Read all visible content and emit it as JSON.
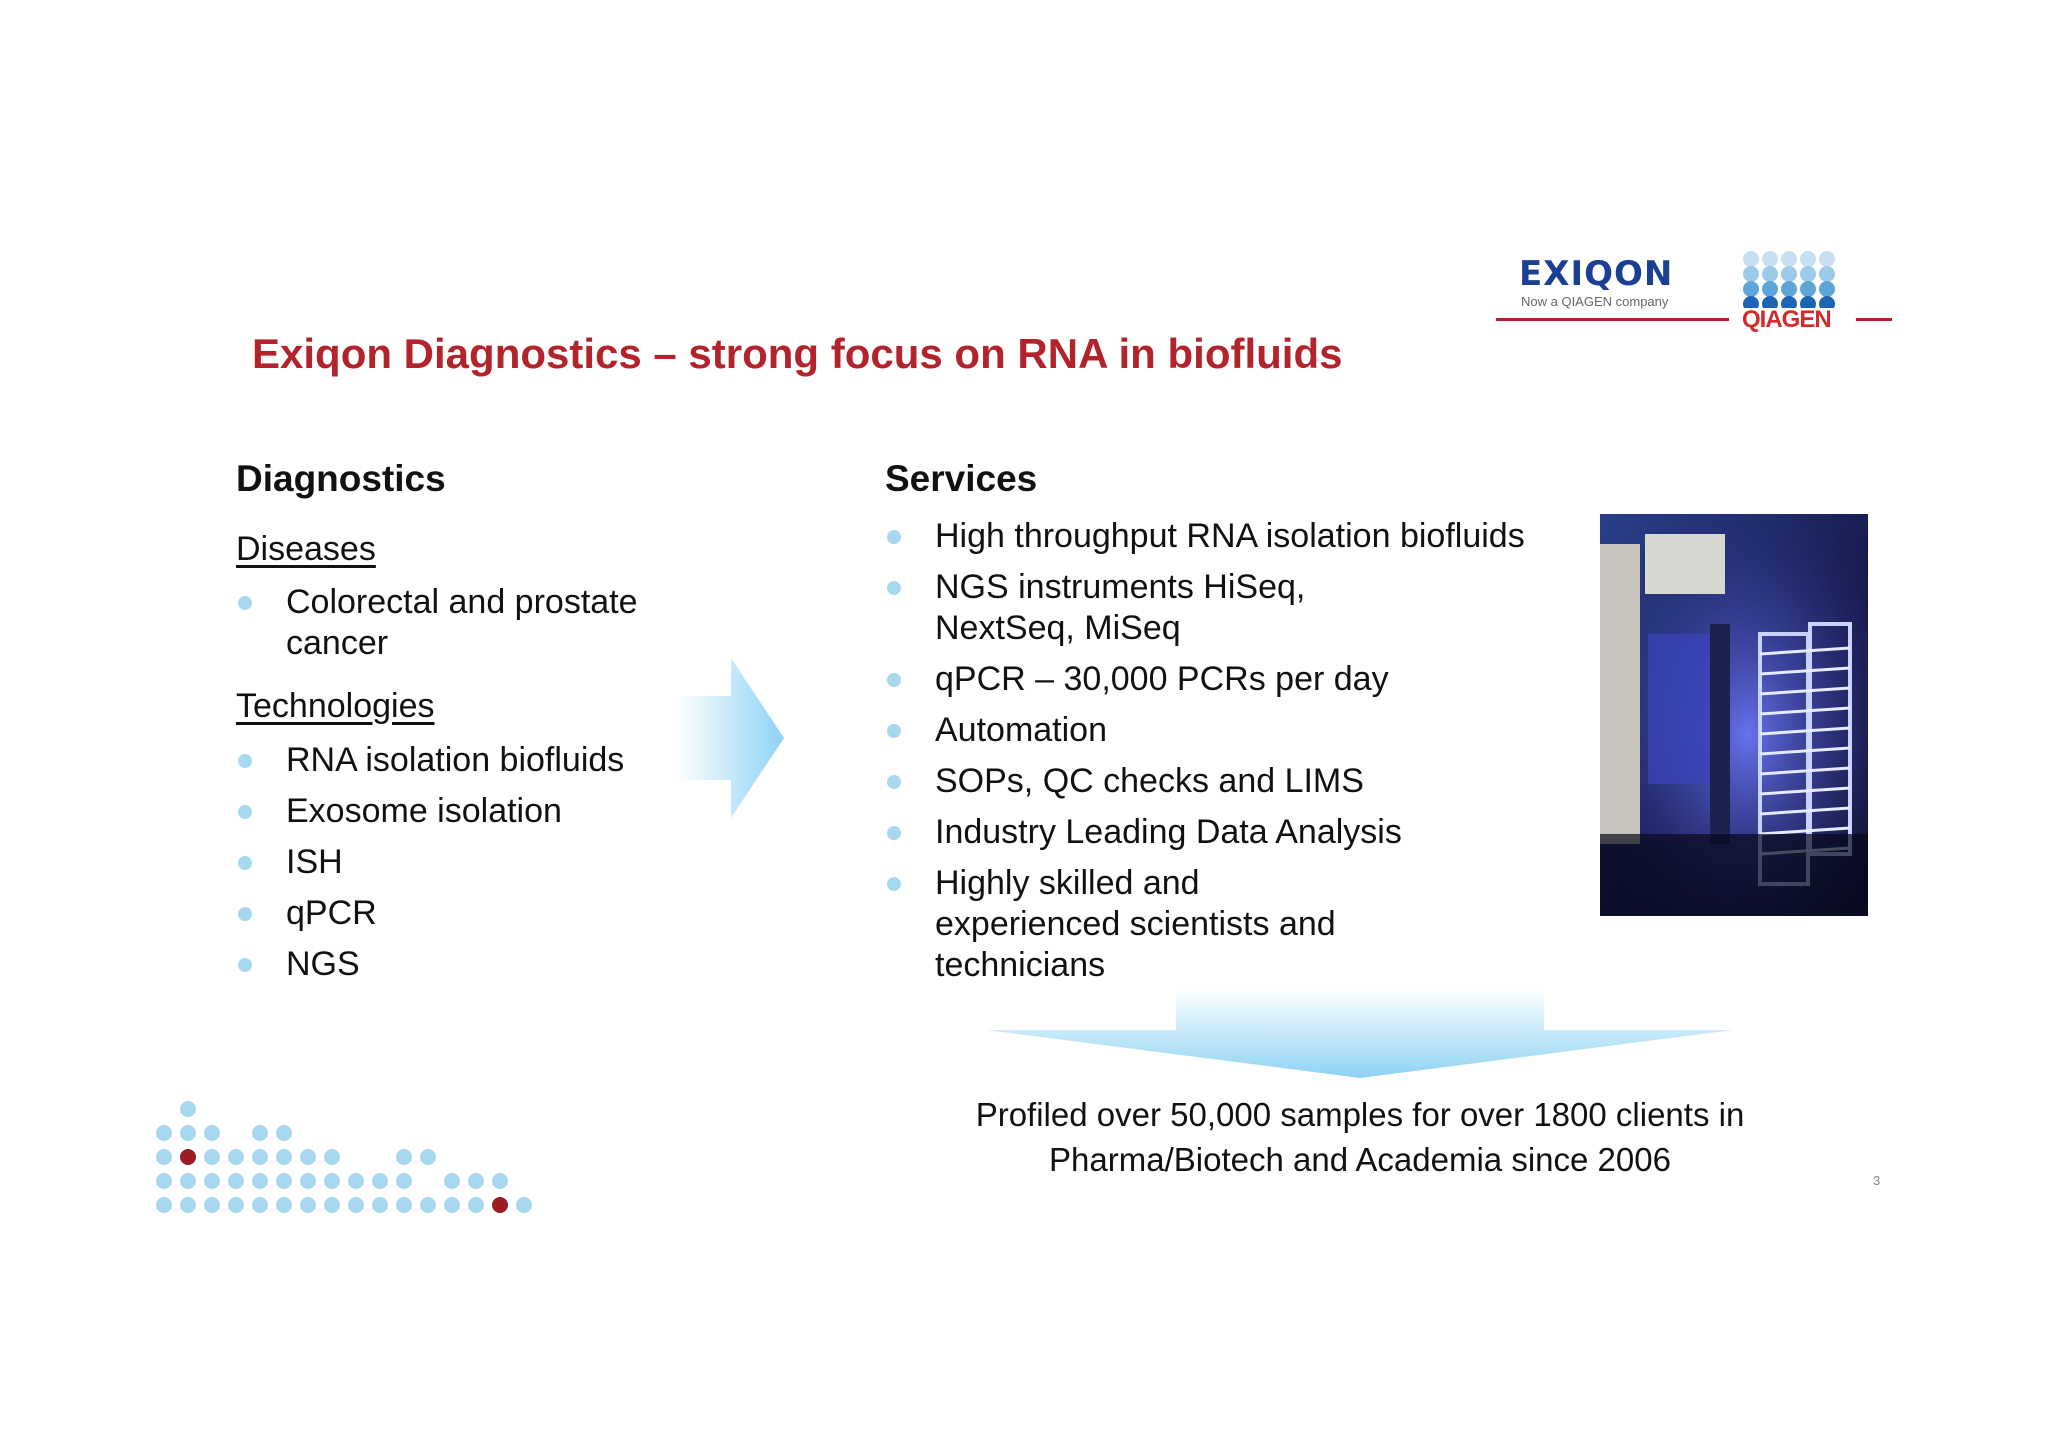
{
  "logo": {
    "exiqon": "EXIQON",
    "tagline": "Now a QIAGEN company",
    "qiagen": "QIAGEN"
  },
  "title": "Exiqon Diagnostics – strong focus on RNA in biofluids",
  "diagnostics": {
    "heading": "Diagnostics",
    "diseases_heading": "Diseases",
    "diseases": [
      "Colorectal and prostate cancer"
    ],
    "technologies_heading": "Technologies",
    "technologies": [
      "RNA isolation biofluids",
      "Exosome isolation",
      "ISH",
      "qPCR",
      "NGS"
    ]
  },
  "services": {
    "heading": "Services",
    "items": [
      "High throughput RNA isolation biofluids",
      "NGS instruments HiSeq, NextSeq, MiSeq",
      "qPCR – 30,000 PCRs per day",
      "Automation",
      "SOPs, QC checks and LIMS",
      "Industry Leading Data Analysis",
      "Highly skilled and experienced scientists and technicians"
    ]
  },
  "summary": {
    "line1": "Profiled over 50,000 samples for over 1800 clients in",
    "line2": "Pharma/Biotech and Academia since 2006"
  },
  "page_number": "3",
  "colors": {
    "title_red": "#b3232b",
    "bullet_blue": "#a7d8ef",
    "exiqon_blue": "#1b3f93",
    "accent_dark_red": "#9b1c24"
  }
}
